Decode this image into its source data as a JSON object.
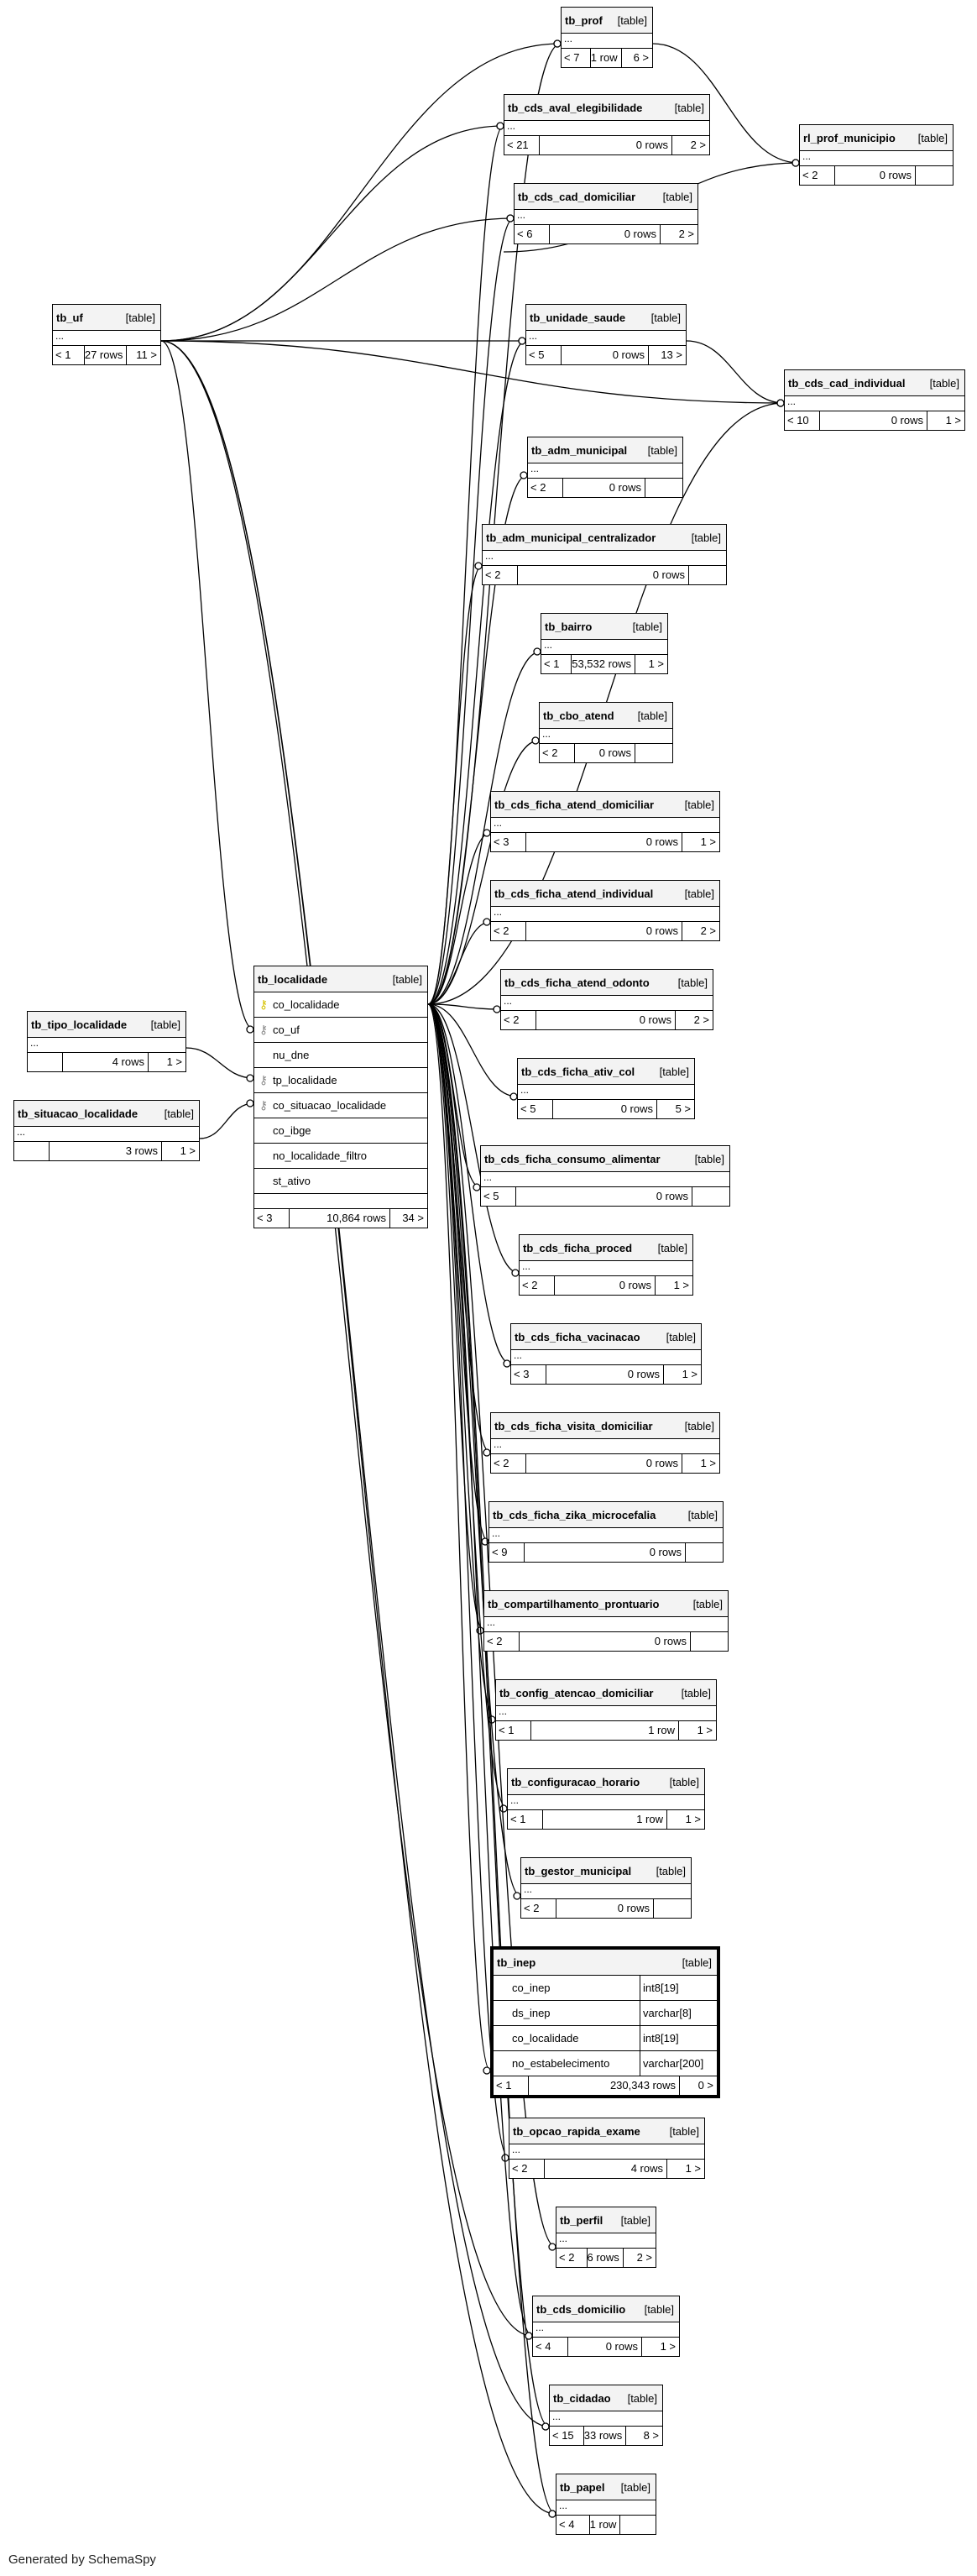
{
  "footer": "Generated by SchemaSpy",
  "table_kind": "[table]",
  "ellipsis": "...",
  "tables": [
    {
      "id": "tb_prof",
      "name": "tb_prof",
      "parents": "< 7",
      "rows": "1 row",
      "children": "6 >"
    },
    {
      "id": "tb_cds_aval_elegibilidade",
      "name": "tb_cds_aval_elegibilidade",
      "parents": "< 21",
      "rows": "0 rows",
      "children": "2 >"
    },
    {
      "id": "rl_prof_municipio",
      "name": "rl_prof_municipio",
      "parents": "< 2",
      "rows": "0 rows",
      "children": ""
    },
    {
      "id": "tb_cds_cad_domiciliar",
      "name": "tb_cds_cad_domiciliar",
      "parents": "< 6",
      "rows": "0 rows",
      "children": "2 >"
    },
    {
      "id": "tb_uf",
      "name": "tb_uf",
      "parents": "< 1",
      "rows": "27 rows",
      "children": "11 >"
    },
    {
      "id": "tb_unidade_saude",
      "name": "tb_unidade_saude",
      "parents": "< 5",
      "rows": "0 rows",
      "children": "13 >"
    },
    {
      "id": "tb_cds_cad_individual",
      "name": "tb_cds_cad_individual",
      "parents": "< 10",
      "rows": "0 rows",
      "children": "1 >"
    },
    {
      "id": "tb_adm_municipal",
      "name": "tb_adm_municipal",
      "parents": "< 2",
      "rows": "0 rows",
      "children": ""
    },
    {
      "id": "tb_adm_municipal_centralizador",
      "name": "tb_adm_municipal_centralizador",
      "parents": "< 2",
      "rows": "0 rows",
      "children": ""
    },
    {
      "id": "tb_bairro",
      "name": "tb_bairro",
      "parents": "< 1",
      "rows": "53,532 rows",
      "children": "1 >"
    },
    {
      "id": "tb_cbo_atend",
      "name": "tb_cbo_atend",
      "parents": "< 2",
      "rows": "0 rows",
      "children": ""
    },
    {
      "id": "tb_cds_ficha_atend_domiciliar",
      "name": "tb_cds_ficha_atend_domiciliar",
      "parents": "< 3",
      "rows": "0 rows",
      "children": "1 >"
    },
    {
      "id": "tb_cds_ficha_atend_individual",
      "name": "tb_cds_ficha_atend_individual",
      "parents": "< 2",
      "rows": "0 rows",
      "children": "2 >"
    },
    {
      "id": "tb_cds_ficha_atend_odonto",
      "name": "tb_cds_ficha_atend_odonto",
      "parents": "< 2",
      "rows": "0 rows",
      "children": "2 >"
    },
    {
      "id": "tb_cds_ficha_ativ_col",
      "name": "tb_cds_ficha_ativ_col",
      "parents": "< 5",
      "rows": "0 rows",
      "children": "5 >"
    },
    {
      "id": "tb_cds_ficha_consumo_alimentar",
      "name": "tb_cds_ficha_consumo_alimentar",
      "parents": "< 5",
      "rows": "0 rows",
      "children": ""
    },
    {
      "id": "tb_cds_ficha_proced",
      "name": "tb_cds_ficha_proced",
      "parents": "< 2",
      "rows": "0 rows",
      "children": "1 >"
    },
    {
      "id": "tb_cds_ficha_vacinacao",
      "name": "tb_cds_ficha_vacinacao",
      "parents": "< 3",
      "rows": "0 rows",
      "children": "1 >"
    },
    {
      "id": "tb_cds_ficha_visita_domiciliar",
      "name": "tb_cds_ficha_visita_domiciliar",
      "parents": "< 2",
      "rows": "0 rows",
      "children": "1 >"
    },
    {
      "id": "tb_cds_ficha_zika_microcefalia",
      "name": "tb_cds_ficha_zika_microcefalia",
      "parents": "< 9",
      "rows": "0 rows",
      "children": ""
    },
    {
      "id": "tb_compartilhamento_prontuario",
      "name": "tb_compartilhamento_prontuario",
      "parents": "< 2",
      "rows": "0 rows",
      "children": ""
    },
    {
      "id": "tb_config_atencao_domiciliar",
      "name": "tb_config_atencao_domiciliar",
      "parents": "< 1",
      "rows": "1 row",
      "children": "1 >"
    },
    {
      "id": "tb_configuracao_horario",
      "name": "tb_configuracao_horario",
      "parents": "< 1",
      "rows": "1 row",
      "children": "1 >"
    },
    {
      "id": "tb_gestor_municipal",
      "name": "tb_gestor_municipal",
      "parents": "< 2",
      "rows": "0 rows",
      "children": ""
    },
    {
      "id": "tb_opcao_rapida_exame",
      "name": "tb_opcao_rapida_exame",
      "parents": "< 2",
      "rows": "4 rows",
      "children": "1 >"
    },
    {
      "id": "tb_perfil",
      "name": "tb_perfil",
      "parents": "< 2",
      "rows": "6 rows",
      "children": "2 >"
    },
    {
      "id": "tb_cds_domicilio",
      "name": "tb_cds_domicilio",
      "parents": "< 4",
      "rows": "0 rows",
      "children": "1 >"
    },
    {
      "id": "tb_cidadao",
      "name": "tb_cidadao",
      "parents": "< 15",
      "rows": "33 rows",
      "children": "8 >"
    },
    {
      "id": "tb_papel",
      "name": "tb_papel",
      "parents": "< 4",
      "rows": "1 row",
      "children": ""
    },
    {
      "id": "tb_tipo_localidade",
      "name": "tb_tipo_localidade",
      "parents": "",
      "rows": "4 rows",
      "children": "1 >"
    },
    {
      "id": "tb_situacao_localidade",
      "name": "tb_situacao_localidade",
      "parents": "",
      "rows": "3 rows",
      "children": "1 >"
    }
  ],
  "localidade": {
    "name": "tb_localidade",
    "columns": [
      {
        "icon": "key",
        "name": "co_localidade"
      },
      {
        "icon": "fk",
        "name": "co_uf"
      },
      {
        "icon": "",
        "name": "nu_dne"
      },
      {
        "icon": "fk",
        "name": "tp_localidade"
      },
      {
        "icon": "fk",
        "name": "co_situacao_localidade"
      },
      {
        "icon": "",
        "name": "co_ibge"
      },
      {
        "icon": "",
        "name": "no_localidade_filtro"
      },
      {
        "icon": "",
        "name": "st_ativo"
      }
    ],
    "parents": "< 3",
    "rows": "10,864 rows",
    "children": "34 >"
  },
  "inep": {
    "name": "tb_inep",
    "columns": [
      {
        "name": "co_inep",
        "type": "int8[19]"
      },
      {
        "name": "ds_inep",
        "type": "varchar[8]"
      },
      {
        "name": "co_localidade",
        "type": "int8[19]"
      },
      {
        "name": "no_estabelecimento",
        "type": "varchar[200]"
      }
    ],
    "parents": "< 1",
    "rows": "230,343 rows",
    "children": "0 >"
  }
}
